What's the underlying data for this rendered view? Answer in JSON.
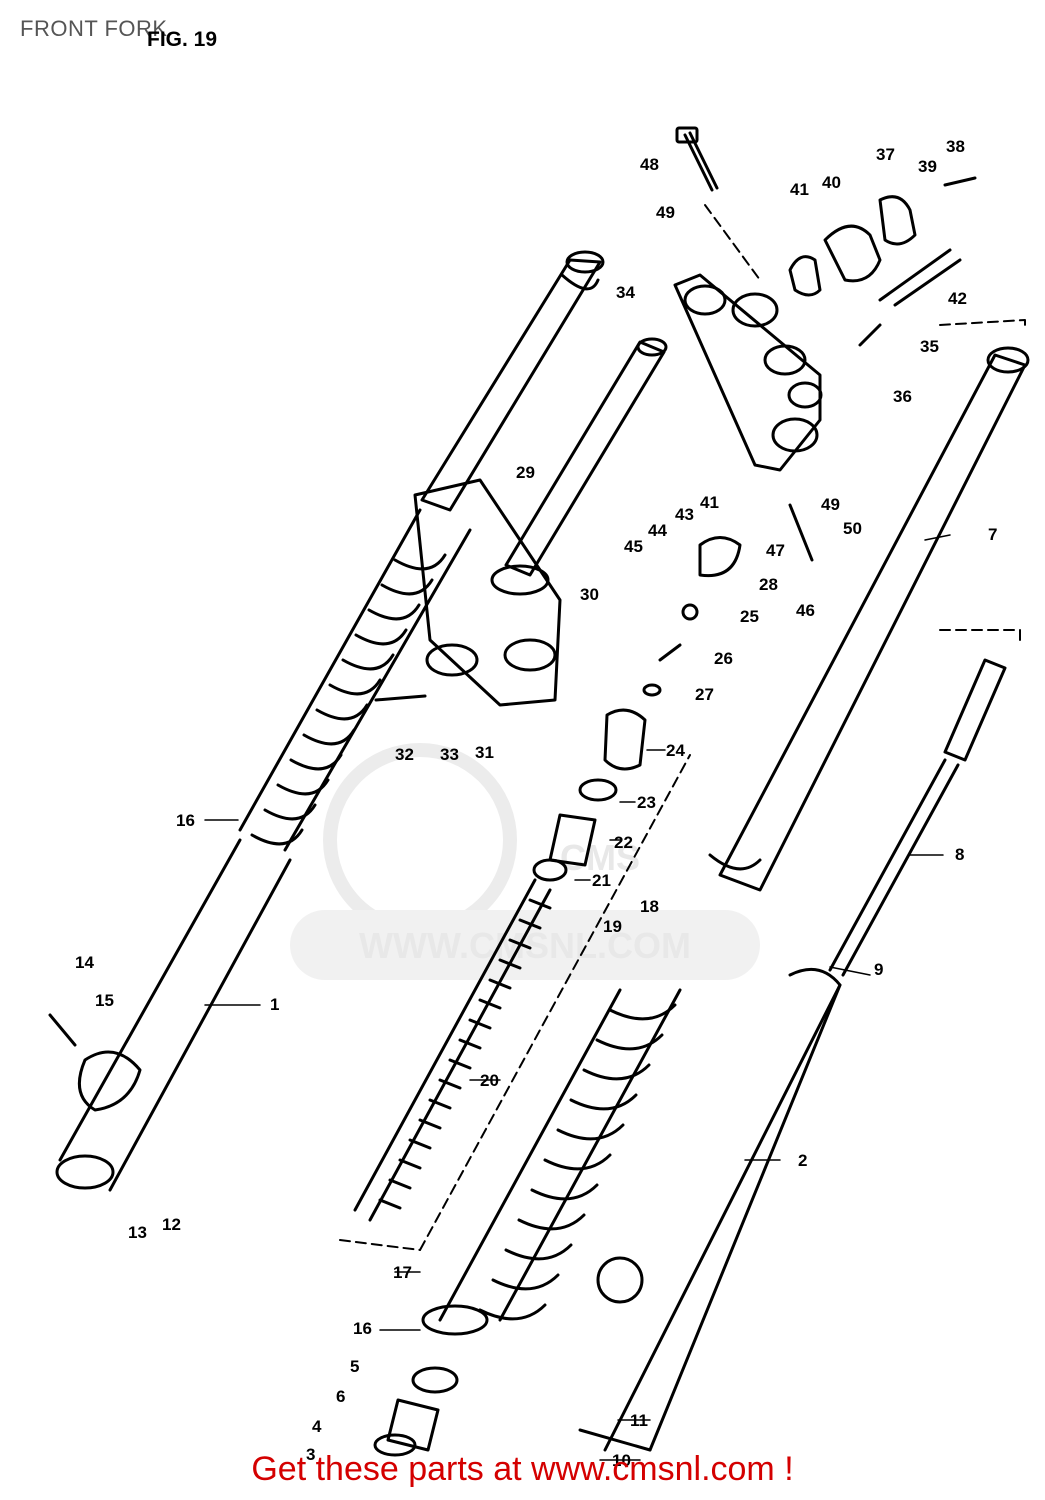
{
  "header": {
    "title": "FRONT FORK",
    "figure_label": "FIG. 19"
  },
  "watermark": {
    "brand": "CMS",
    "url": "WWW.CMSNL.COM"
  },
  "callouts": [
    "1",
    "2",
    "3",
    "4",
    "5",
    "6",
    "7",
    "8",
    "9",
    "10",
    "11",
    "12",
    "13",
    "14",
    "15",
    "16",
    "16",
    "17",
    "18",
    "19",
    "20",
    "21",
    "22",
    "23",
    "24",
    "25",
    "26",
    "27",
    "28",
    "29",
    "30",
    "31",
    "32",
    "33",
    "34",
    "35",
    "36",
    "37",
    "38",
    "39",
    "40",
    "41",
    "41",
    "42",
    "43",
    "44",
    "45",
    "46",
    "47",
    "48",
    "49",
    "49",
    "50"
  ],
  "footer": {
    "promo": "Get these parts at www.cmsnl.com !"
  },
  "colors": {
    "promo": "#d40000",
    "title": "#555555",
    "watermark": "#e8e8e8"
  }
}
